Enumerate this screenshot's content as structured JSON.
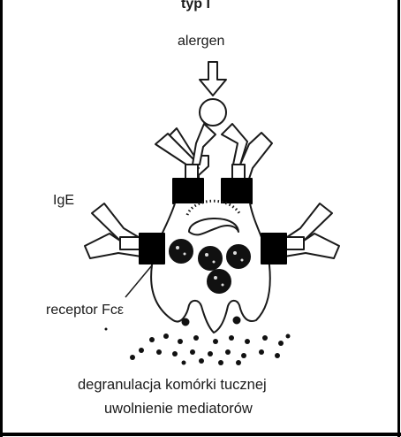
{
  "title": "typ I",
  "labels": {
    "allergen": "alergen",
    "ige": "IgE",
    "receptor": "receptor Fcε"
  },
  "caption": {
    "line1": "degranulacja komórki tucznej",
    "line2": "uwolnienie mediatorów"
  }
}
